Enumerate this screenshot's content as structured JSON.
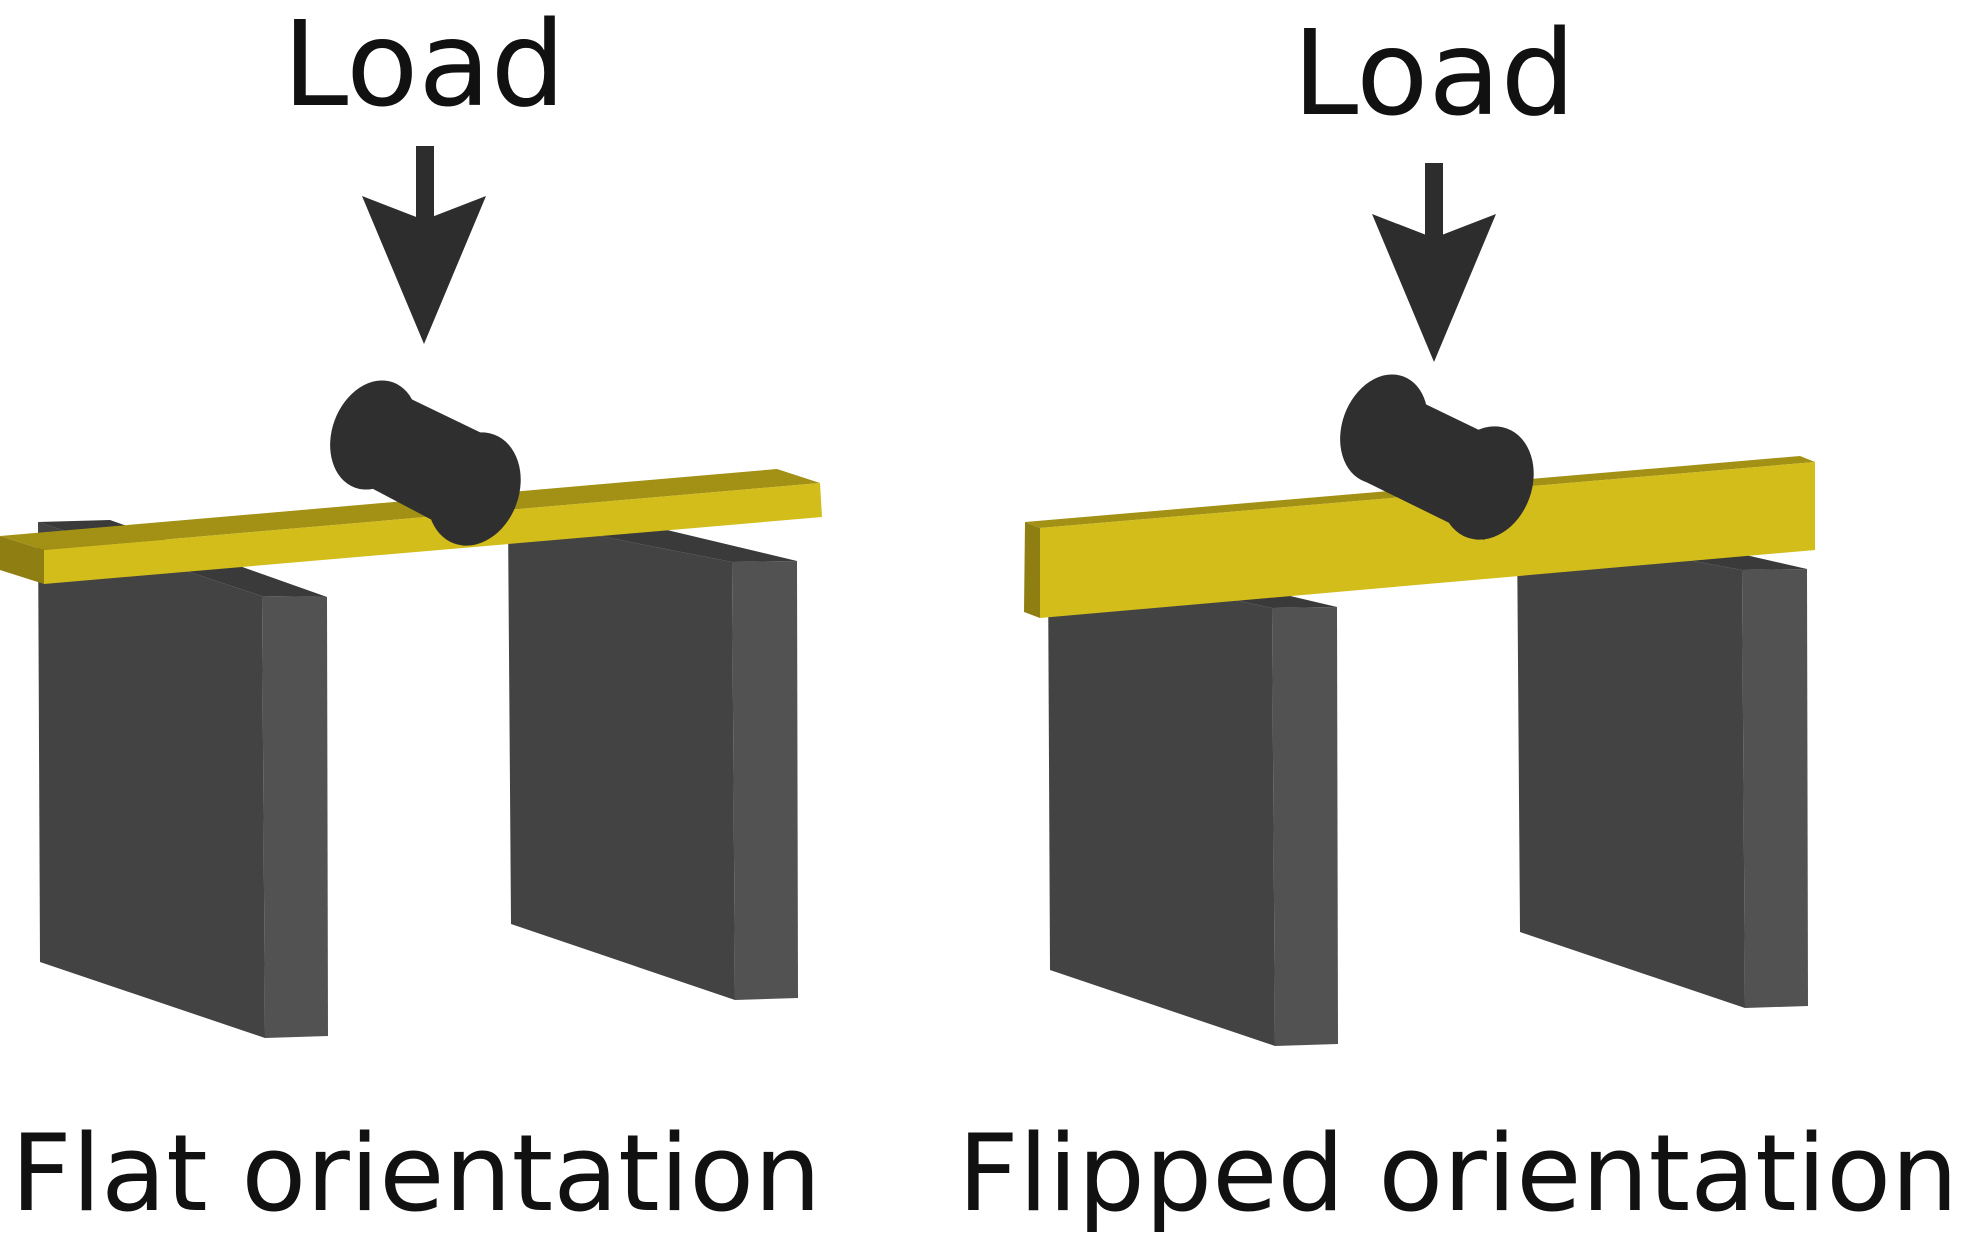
{
  "panels": [
    {
      "id": "flat",
      "load_label": "Load",
      "caption": "Flat orientation"
    },
    {
      "id": "flipped",
      "load_label": "Load",
      "caption": "Flipped orientation"
    }
  ],
  "colors": {
    "support_front": "#434343",
    "support_side": "#525252",
    "beam_top": "#d2bd1b",
    "beam_face": "#a39115",
    "beam_end": "#8f7f12",
    "roller": "#2f2f2f",
    "arrow": "#2d2d2d",
    "text": "#111111"
  }
}
